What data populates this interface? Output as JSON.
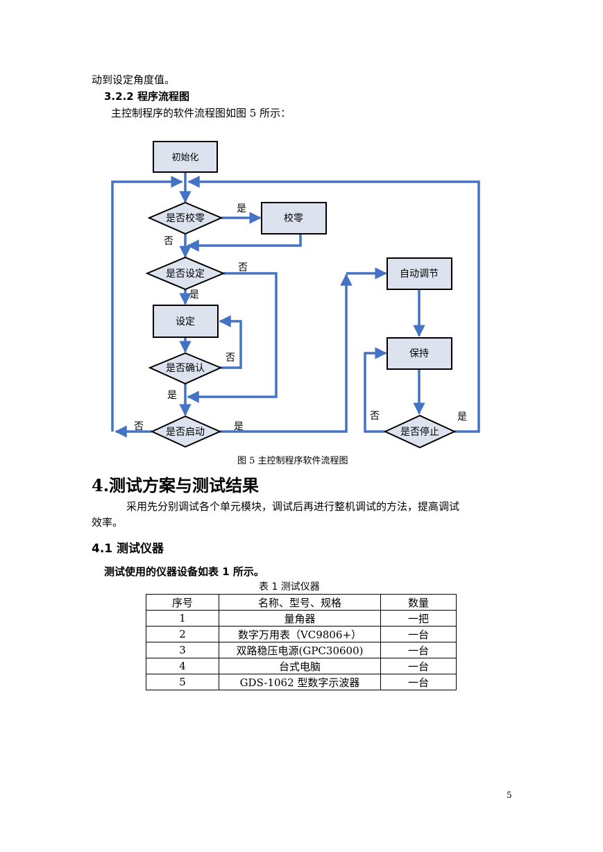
{
  "intro_line": "动到设定角度值。",
  "section_322": {
    "number": "3.2.2",
    "title": "程序流程图"
  },
  "flow_intro": "主控制程序的软件流程图如图 5 所示：",
  "flowchart": {
    "nodes": {
      "init": "初始化",
      "q_zero": "是否校零",
      "zero": "校零",
      "q_set": "是否设定",
      "set": "设定",
      "q_confirm": "是否确认",
      "q_start": "是否启动",
      "auto_adjust": "自动调节",
      "hold": "保持",
      "q_stop": "是否停止"
    },
    "edge_labels": {
      "yes": "是",
      "no": "否"
    },
    "box_fill": "#dce3ee",
    "line_color": "#4472c4"
  },
  "figure_caption": "图 5  主控制程序软件流程图",
  "section_4": {
    "title": "4.测试方案与测试结果"
  },
  "section_4_body": [
    "采用先分别调试各个单元模块，调试后再进行整机调试的方法，提高调试",
    "效率。"
  ],
  "section_41": {
    "title": "4.1 测试仪器"
  },
  "table_intro": "测试使用的仪器设备如表 1 所示。",
  "table": {
    "title": "表 1    测试仪器",
    "headers": [
      "序号",
      "名称、型号、规格",
      "数量"
    ],
    "rows": [
      [
        "1",
        "量角器",
        "一把"
      ],
      [
        "2",
        "数字万用表（VC9806+）",
        "一台"
      ],
      [
        "3",
        "双路稳压电源(GPC30600)",
        "一台"
      ],
      [
        "4",
        "台式电脑",
        "一台"
      ],
      [
        "5",
        "GDS-1062 型数字示波器",
        "一台"
      ]
    ]
  },
  "page_number": "5"
}
